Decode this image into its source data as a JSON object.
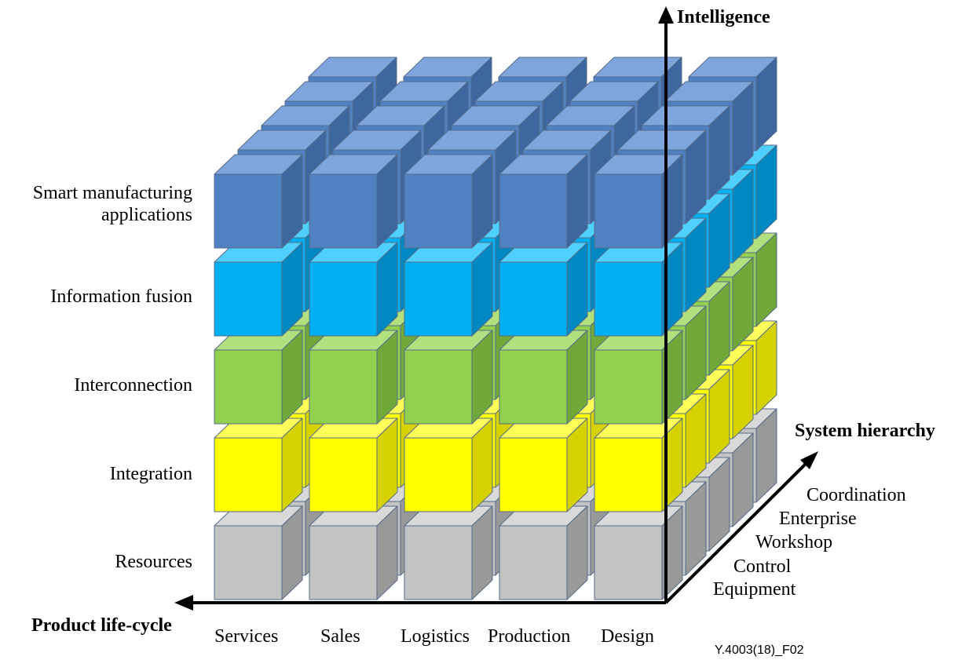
{
  "axes": {
    "intelligence": "Intelligence",
    "product_life_cycle": "Product life-cycle",
    "system_hierarchy": "System hierarchy"
  },
  "layers": [
    {
      "label_lines": [
        "Resources"
      ],
      "front": "#c3c3c3",
      "top": "#d9d9d9",
      "side": "#999999"
    },
    {
      "label_lines": [
        "Integration"
      ],
      "front": "#ffff00",
      "top": "#ffff5a",
      "side": "#d6d200"
    },
    {
      "label_lines": [
        "Interconnection"
      ],
      "front": "#92d050",
      "top": "#b3e07e",
      "side": "#70a83a"
    },
    {
      "label_lines": [
        "Information fusion"
      ],
      "front": "#00b0f0",
      "top": "#4fd0ff",
      "side": "#0088c2"
    },
    {
      "label_lines": [
        "Smart manufacturing",
        "applications"
      ],
      "front": "#4f81c3",
      "top": "#7ea6dc",
      "side": "#3d679e"
    }
  ],
  "lifecycle": [
    "Services",
    "Sales",
    "Logistics",
    "Production",
    "Design"
  ],
  "hierarchy": [
    "Equipment",
    "Control",
    "Workshop",
    "Enterprise",
    "Coordination"
  ],
  "figure_id": "Y.4003(18)_F02",
  "colors": {
    "axis": "#000000",
    "edge": "#556b8a"
  }
}
